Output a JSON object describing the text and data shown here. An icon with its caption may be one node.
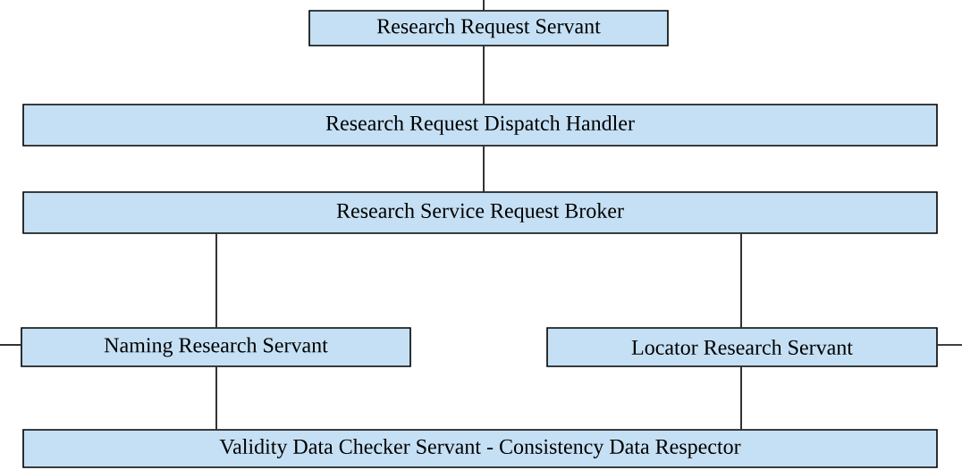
{
  "diagram": {
    "nodes": [
      {
        "text": [
          "Research Request Servant"
        ]
      },
      {
        "text": [
          "Research Request Dispatch Handler"
        ]
      },
      {
        "text": [
          "Research Service Request Broker"
        ]
      },
      {
        "text": [
          "Naming Research Servant"
        ]
      },
      {
        "text": [
          "Locator Research Servant"
        ]
      },
      {
        "text": [
          "Validity Data Checker Servant - Consistency Data Respector"
        ]
      }
    ],
    "edges": [
      {
        "from": null,
        "to": 0,
        "arrow": "none"
      },
      {
        "from": 0,
        "to": 1,
        "arrow": "none"
      },
      {
        "from": 1,
        "to": 2,
        "arrow": "none"
      },
      {
        "from": 2,
        "to": 3,
        "arrow": "none"
      },
      {
        "from": 2,
        "to": 4,
        "arrow": "none"
      },
      {
        "from": null,
        "to": 3,
        "arrow": "none"
      },
      {
        "from": 4,
        "to": null,
        "arrow": "none"
      },
      {
        "from": 3,
        "to": 5,
        "arrow": "none"
      },
      {
        "from": 4,
        "to": 5,
        "arrow": "none"
      }
    ]
  }
}
